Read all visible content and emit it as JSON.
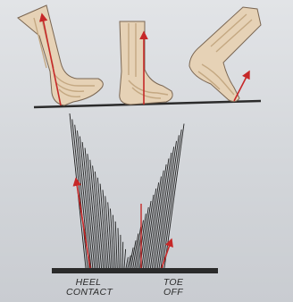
{
  "figure": {
    "skin_color": "#e6d2b6",
    "bone_color": "#c4a882",
    "outline_color": "#7a6652",
    "vector_color": "#c62828",
    "line_color": "#1c1c1c",
    "ground_color": "#2b2b2b"
  },
  "labels": {
    "heel_line1": "HEEL",
    "heel_line2": "CONTACT",
    "toe_line1": "TOE",
    "toe_line2": "OFF"
  }
}
